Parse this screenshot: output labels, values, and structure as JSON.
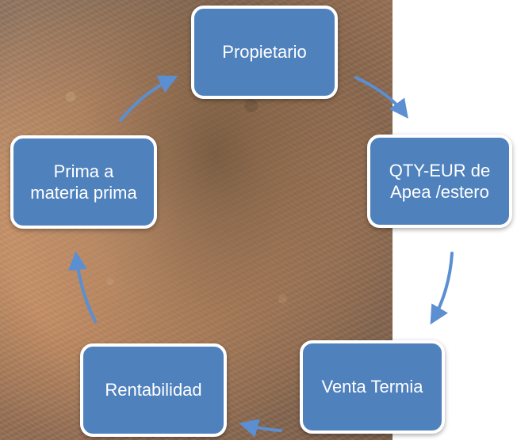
{
  "diagram": {
    "nodes": [
      {
        "id": "propietario",
        "label": "Propietario"
      },
      {
        "id": "qty",
        "label": "QTY-EUR de\nApea /estero"
      },
      {
        "id": "venta",
        "label": "Venta Termia"
      },
      {
        "id": "rentabilidad",
        "label": "Rentabilidad"
      },
      {
        "id": "prima",
        "label": "Prima a\nmateria prima"
      }
    ],
    "edges": [
      {
        "from": "propietario",
        "to": "qty"
      },
      {
        "from": "qty",
        "to": "venta"
      },
      {
        "from": "venta",
        "to": "rentabilidad"
      },
      {
        "from": "rentabilidad",
        "to": "prima"
      },
      {
        "from": "prima",
        "to": "propietario"
      }
    ],
    "colors": {
      "node_fill": "#4f81bd",
      "node_border": "#ffffff",
      "node_text": "#ffffff",
      "arrow": "#5b8fd1"
    }
  }
}
